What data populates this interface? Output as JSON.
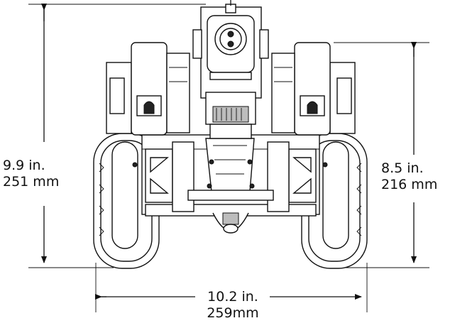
{
  "dimensions": {
    "height_total": {
      "inches": "9.9 in.",
      "mm": "251 mm"
    },
    "height_body": {
      "inches": "8.5 in.",
      "mm": "216 mm"
    },
    "width": {
      "inches": "10.2 in.",
      "mm": "259mm"
    }
  },
  "colors": {
    "line": "#111111",
    "background": "#ffffff"
  }
}
